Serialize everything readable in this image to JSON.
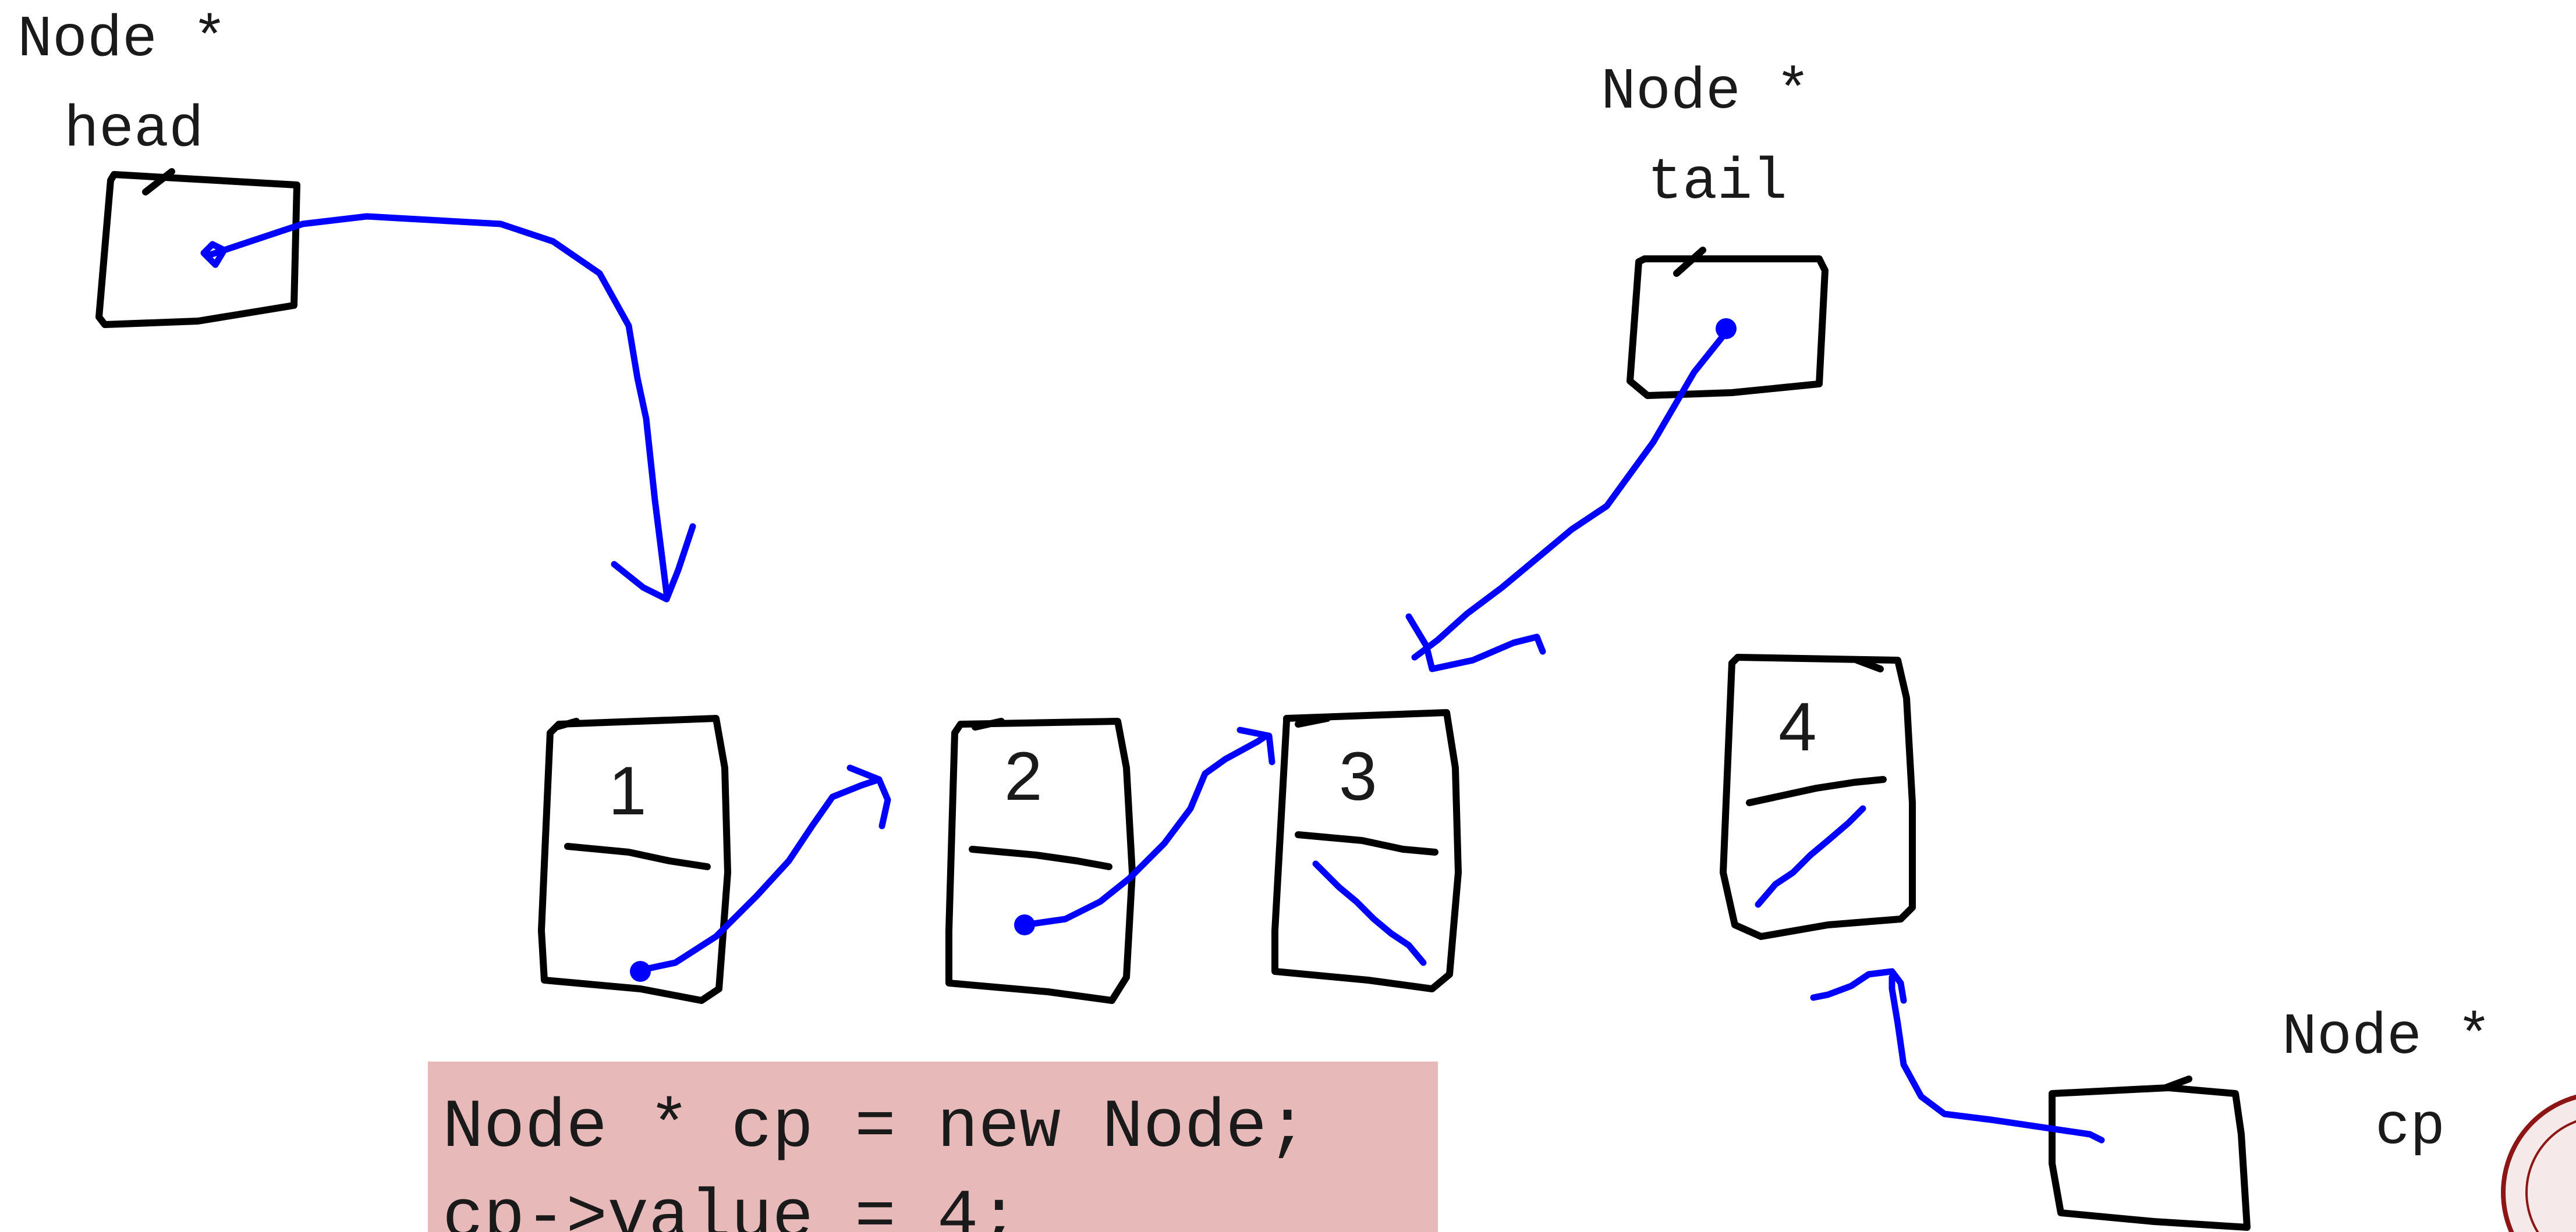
{
  "pointers": {
    "head": {
      "type_label": "Node *",
      "name_label": "head"
    },
    "tail": {
      "type_label": "Node *",
      "name_label": "tail"
    },
    "cp": {
      "type_label": "Node *",
      "name_label": "cp"
    }
  },
  "nodes": [
    {
      "value": "1"
    },
    {
      "value": "2"
    },
    {
      "value": "3"
    },
    {
      "value": "4"
    }
  ],
  "code": {
    "lines": [
      "Node * cp = new Node;",
      "cp->value = 4;"
    ],
    "background": "#e7b9b9"
  },
  "colors": {
    "arrow": "#0000ff",
    "box": "#000000",
    "text": "#1a1a1a"
  }
}
